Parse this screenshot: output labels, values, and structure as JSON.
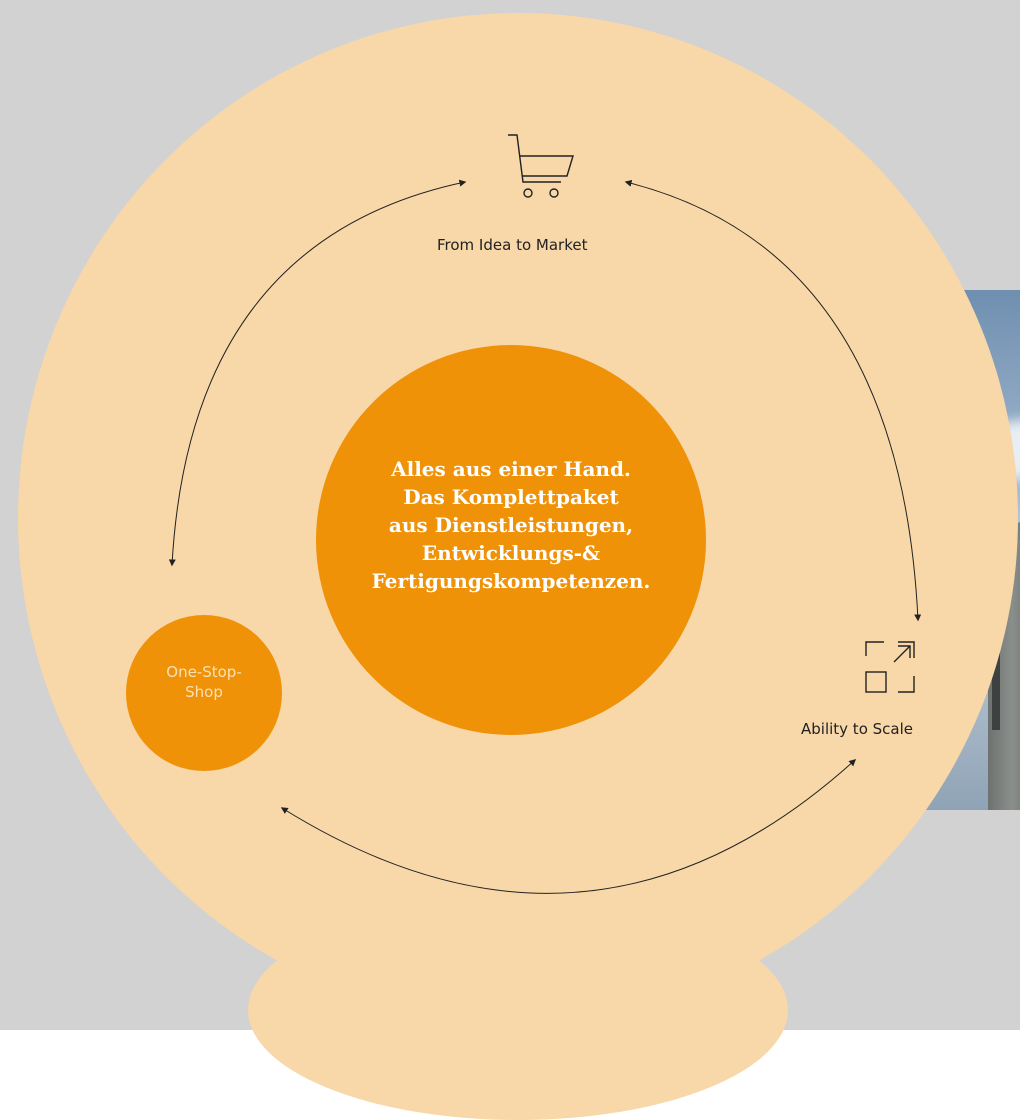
{
  "center": {
    "text": "Alles aus einer Hand.\nDas Komplettpaket\naus Dienstleistungen,\nEntwicklungs-&\nFertigungskompetenzen."
  },
  "nodes": {
    "market": {
      "label": "From Idea to Market",
      "icon": "shopping-cart-icon"
    },
    "scale": {
      "label": "Ability to Scale",
      "icon": "expand-arrow-icon"
    },
    "one_stop": {
      "label": "One-Stop-\nShop"
    }
  },
  "colors": {
    "background": "#d2d2d2",
    "outer_circle": "#f8d7a8",
    "accent_orange": "#ef9208",
    "text_dark": "#222222",
    "text_light": "#ffffff"
  }
}
